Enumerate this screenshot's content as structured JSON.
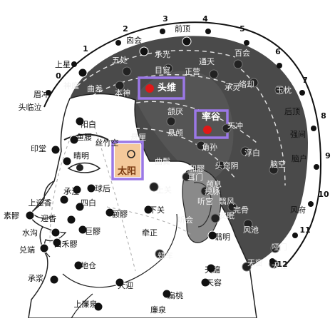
{
  "colors": {
    "scalp": "#4a4a4a",
    "ear": "#8a8a8a",
    "skin": "#ffffff",
    "outline": "#222222",
    "dot": "#111111",
    "highlight_box": "#9b78e6",
    "highlight_dot": "#e01818",
    "taiyang_fill": "#f2c08a",
    "arc_label": "#111111"
  },
  "arc_numbers": [
    "0",
    "1",
    "2",
    "3",
    "4",
    "5",
    "6",
    "7",
    "8",
    "9",
    "10",
    "11",
    "12"
  ],
  "highlighted_points": {
    "touwei": "头维",
    "shuaigu": "率谷",
    "taiyang": "太阳"
  },
  "acupoints": {
    "shenting": "神庭",
    "qucha": "曲差",
    "wuchu": "五处",
    "chengguang": "承光",
    "tongtian": "通天",
    "luoque": "络却",
    "yuzhen": "玉枕",
    "baihui": "百会",
    "qianding": "前顶",
    "xinhui": "囟会",
    "shangxing": "上星",
    "meichong": "眉冲",
    "toulinqi": "头临泣",
    "benshen": "本神",
    "muchuang": "目窗",
    "zhengying": "正营",
    "chengling": "承灵",
    "hanyan": "颔厌",
    "tianchong": "天冲",
    "xuanli": "悬厘",
    "xuanlu": "悬颅",
    "qubin": "曲鬓",
    "jiaosun": "角孙",
    "fubai": "浮白",
    "touqiaoyin": "头窍阴",
    "naokong": "脑空",
    "naohu": "脑户",
    "qiangjian": "强间",
    "houding": "后顶",
    "fengchi": "风池",
    "fengfu": "风府",
    "yamen": "哑门",
    "tianzhu": "天柱",
    "wangu": "完骨",
    "yangbai": "阳白",
    "yuyao": "鱼腰",
    "sizhukong": "丝竹空",
    "yintang": "印堂",
    "jingming": "睛明",
    "qiuhou": "球后",
    "chengqi": "承泣",
    "sibai": "四白",
    "juliao": "巨髎",
    "kouheliao": "口禾髎",
    "dicang": "地仓",
    "shuigou": "水沟",
    "duiduan": "兑端",
    "chengjiang": "承浆",
    "suliao": "素髎",
    "shangyingxiang": "上迎香",
    "yingxiang": "迎香",
    "quanliao": "颧髎",
    "xiaguan": "下关",
    "shangguan": "上关",
    "qianzheng": "牵正",
    "tinggong": "听宫",
    "tinghui": "听会",
    "ermen": "耳门",
    "heliao": "和髎",
    "yifeng": "翳风",
    "yiming": "翳明",
    "anmian": "安眠",
    "jiache": "颊车",
    "daying": "大迎",
    "tianyou": "天牖",
    "tianrong": "天容",
    "tianchuang": "天窗",
    "lianquan": "廉泉",
    "shanglianquan": "上廉泉",
    "biantao": "扁桃",
    "shousuo": "瘈脉",
    "luxi": "颅息"
  }
}
